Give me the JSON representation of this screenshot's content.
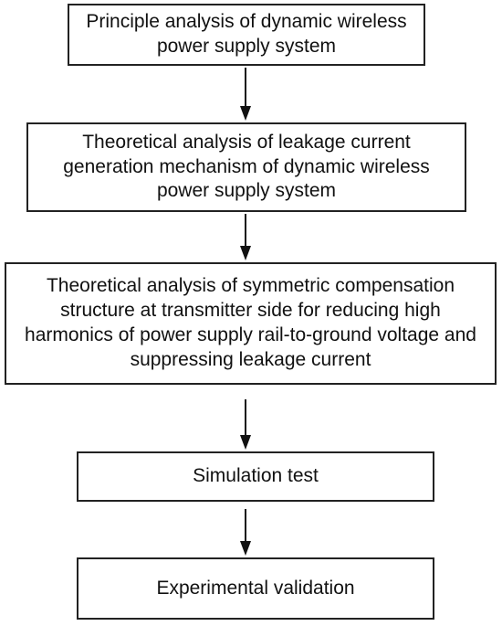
{
  "flowchart": {
    "steps": [
      {
        "text": "Principle analysis of dynamic wireless power supply system"
      },
      {
        "text": "Theoretical analysis of leakage current generation mechanism of dynamic wireless power supply system"
      },
      {
        "text": "Theoretical analysis of symmetric compensation structure at transmitter side for reducing high harmonics of power supply rail-to-ground voltage and suppressing leakage current"
      },
      {
        "text": "Simulation test"
      },
      {
        "text": "Experimental validation"
      }
    ]
  },
  "colors": {
    "stroke": "#222222",
    "background": "#ffffff"
  }
}
